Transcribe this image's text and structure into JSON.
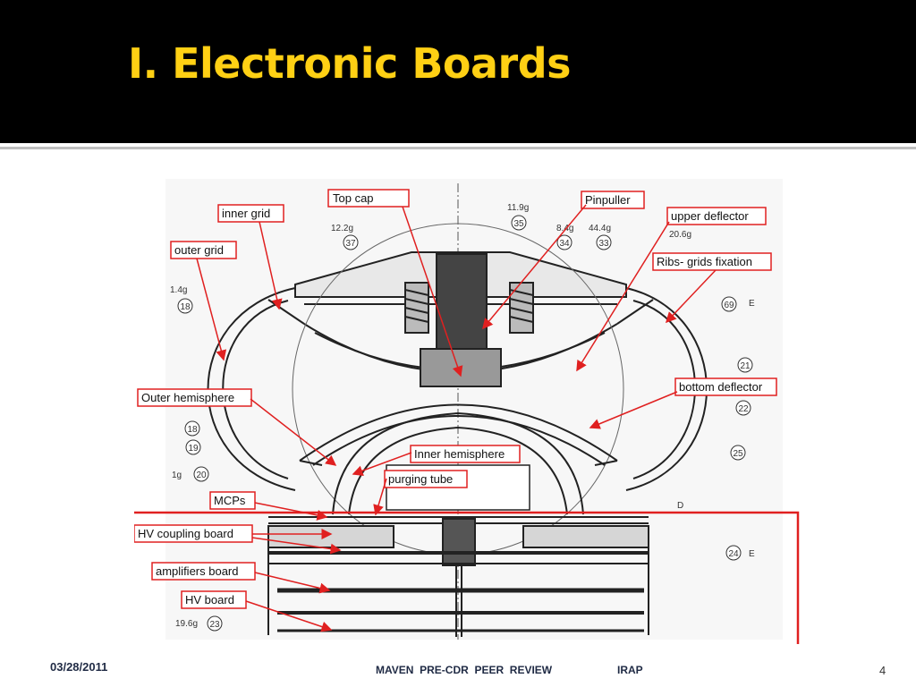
{
  "slide": {
    "title": "I. Electronic Boards",
    "footer": {
      "date": "03/28/2011",
      "center": "MAVEN  PRE-CDR  PEER  REVIEW",
      "org": "IRAP",
      "page": "4"
    }
  },
  "diagram": {
    "callouts": {
      "top_cap": "Top cap",
      "inner_grid": "inner grid",
      "outer_grid": "outer grid",
      "pinpuller": "Pinpuller",
      "upper_deflector": "upper deflector",
      "ribs": "Ribs- grids fixation",
      "outer_hemisphere": "Outer hemisphere",
      "bottom_deflector": "bottom deflector",
      "inner_hemisphere": "Inner hemisphere",
      "purging_tube": "purging tube",
      "mcps": "MCPs",
      "hv_coupling": "HV coupling board",
      "amplifiers": "amplifiers board",
      "hv_board": "HV board"
    },
    "part_numbers": {
      "n35": "35",
      "n37": "37",
      "n34": "34",
      "n33": "33",
      "n18a": "18",
      "n69": "69",
      "n21": "21",
      "n22": "22",
      "n25": "25",
      "n18b": "18",
      "n19": "19",
      "n20": "20",
      "n24": "24",
      "n23": "23"
    },
    "weights": {
      "w119": "11.9g",
      "w122": "12.2g",
      "w84": "8.4g",
      "w444": "44.4g",
      "w206": "20.6g",
      "w14": "1.4g",
      "w1g": "1g",
      "w196": "19.6g",
      "wE1": "E",
      "wE2": "E",
      "wD": "D"
    },
    "colors": {
      "callout": "#e02020",
      "drawing": "#222222",
      "title": "#ffd014"
    }
  }
}
